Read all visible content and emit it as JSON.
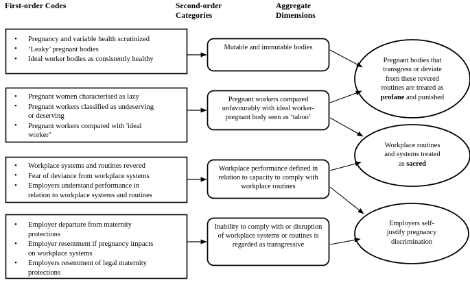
{
  "headers": {
    "first_order": "First-order Codes",
    "second_order": "Second-order\nCategories",
    "aggregate": "Aggregate\nDimensions"
  },
  "first_order_boxes": [
    {
      "id": "box-1",
      "items": [
        "Pregnancy and variable health scrutinized",
        "‘Leaky’ pregnant bodies",
        "Ideal worker bodies as consistently healthy"
      ]
    },
    {
      "id": "box-2",
      "items": [
        "Pregnant women characterised as lazy",
        "Pregnant workers classified as undeserving or deserving",
        "Pregnant workers compared with 'ideal worker’"
      ]
    },
    {
      "id": "box-3",
      "items": [
        "Workplace systems and routines revered",
        "Fear of deviance from workplace systems",
        "Employers understand performance in relation to workplace systems and routines"
      ]
    },
    {
      "id": "box-4",
      "items": [
        "Employer departure from maternity protections",
        "Employer resentment if pregnancy impacts on workplace systems",
        "Employers resentment of legal maternity protections"
      ]
    }
  ],
  "second_order_boxes": [
    {
      "id": "cat-1",
      "text": "Mutable and immutable bodies"
    },
    {
      "id": "cat-2",
      "text": "Pregnant workers compared unfavourably with ideal worker-pregnant body seen as ‘taboo’"
    },
    {
      "id": "cat-3",
      "text": "Workplace performance defined in relation to capacity to comply with workplace routines"
    },
    {
      "id": "cat-4",
      "text": "Inability to comply with or disruption of workplace systems or routines is regarded as transgressive"
    }
  ],
  "aggregate_dimensions": [
    {
      "id": "dim-1",
      "lines": [
        {
          "text": "Pregnant bodies that",
          "bold": false
        },
        {
          "text": "transgress or deviate",
          "bold": false
        },
        {
          "text": "from these revered",
          "bold": false
        },
        {
          "text": "routines are treated as",
          "bold": false
        },
        {
          "text": "profane",
          "bold": true,
          "suffix": " and punished"
        }
      ]
    },
    {
      "id": "dim-2",
      "lines": [
        {
          "text": "Workplace routines",
          "bold": false
        },
        {
          "text": "and systems treated",
          "bold": false
        },
        {
          "text": "as ",
          "bold": false,
          "bold_suffix": "sacred"
        }
      ]
    },
    {
      "id": "dim-3",
      "lines": [
        {
          "text": "Employers self-",
          "bold": false
        },
        {
          "text": "justify pregnancy",
          "bold": false
        },
        {
          "text": "discrimination",
          "bold": false
        }
      ]
    }
  ],
  "connections": [
    {
      "from": "box-1",
      "to": "cat-1"
    },
    {
      "from": "box-2",
      "to": "cat-2"
    },
    {
      "from": "box-3",
      "to": "cat-3"
    },
    {
      "from": "box-4",
      "to": "cat-4"
    },
    {
      "from": "cat-1",
      "to": "dim-1"
    },
    {
      "from": "cat-2",
      "to": "dim-1"
    },
    {
      "from": "cat-2",
      "to": "dim-2"
    },
    {
      "from": "cat-3",
      "to": "dim-2"
    },
    {
      "from": "cat-3",
      "to": "dim-3"
    },
    {
      "from": "cat-4",
      "to": "dim-3"
    }
  ],
  "style": {
    "line_color": "#000000",
    "text_color": "#000000",
    "background": "#ffffff"
  }
}
